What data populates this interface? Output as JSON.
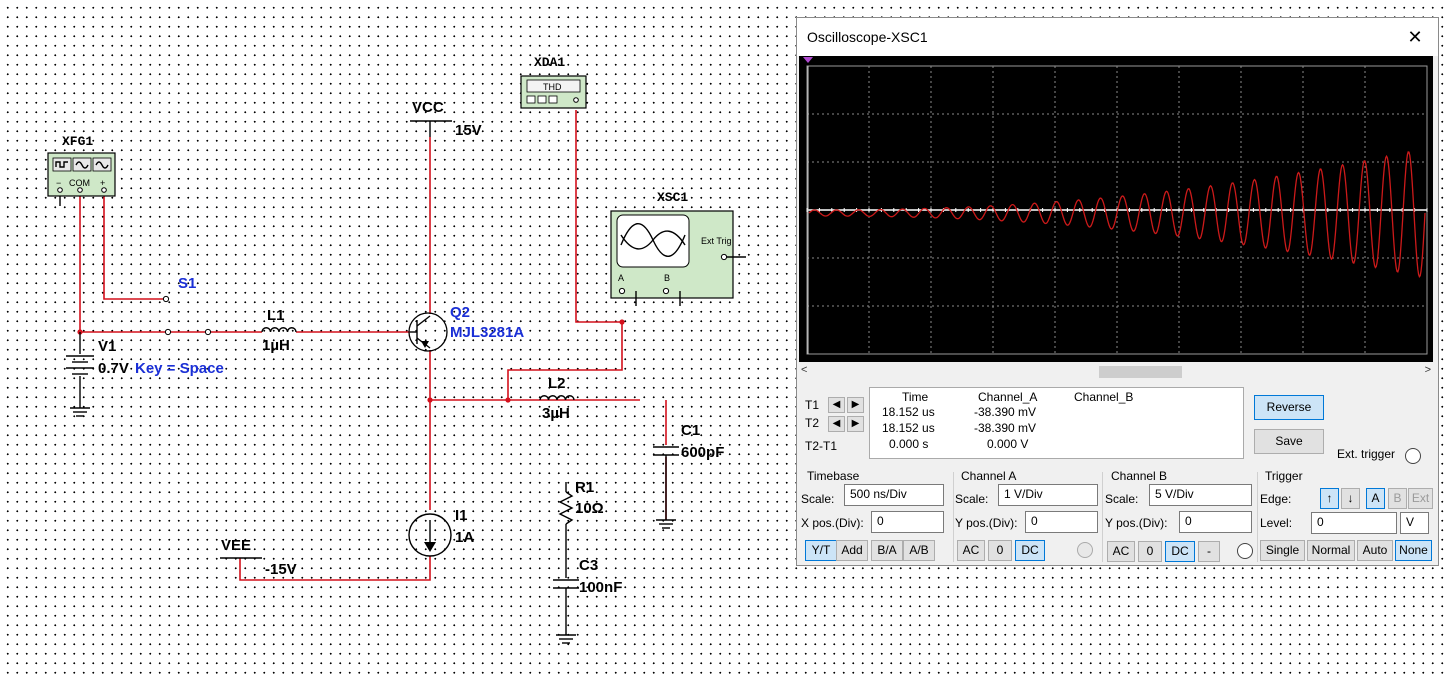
{
  "schematic": {
    "xfg1": {
      "name": "XFG1",
      "com": "COM",
      "minus": "−",
      "plus": "+"
    },
    "v1": {
      "name": "V1",
      "value": "0.7V",
      "key": "Key = Space"
    },
    "s1": {
      "name": "S1"
    },
    "l1": {
      "name": "L1",
      "value": "1µH"
    },
    "vcc": {
      "name": "VCC",
      "value": "15V"
    },
    "q2": {
      "name": "Q2",
      "model": "MJL3281A"
    },
    "xda1": {
      "name": "XDA1",
      "display": "THD"
    },
    "xsc1": {
      "name": "XSC1",
      "ext_trig": "Ext Trig",
      "ch_a": "A",
      "ch_b": "B"
    },
    "l2": {
      "name": "L2",
      "value": "3µH"
    },
    "c1": {
      "name": "C1",
      "value": "600pF"
    },
    "r1": {
      "name": "R1",
      "value": "10Ω"
    },
    "c3": {
      "name": "C3",
      "value": "100nF"
    },
    "i1": {
      "name": "I1",
      "value": "1A"
    },
    "vee": {
      "name": "VEE",
      "value": "-15V"
    }
  },
  "oscilloscope": {
    "title": "Oscilloscope-XSC1",
    "close_glyph": "✕",
    "wave_color": "#cc1a1a",
    "trace_a_points": 28,
    "readout": {
      "headers": [
        "Time",
        "Channel_A",
        "Channel_B"
      ],
      "rows": [
        {
          "label": "T1",
          "time": "18.152 us",
          "cha": "-38.390 mV",
          "chb": ""
        },
        {
          "label": "T2",
          "time": "18.152 us",
          "cha": "-38.390 mV",
          "chb": ""
        },
        {
          "label": "T2-T1",
          "time": "0.000 s",
          "cha": "0.000 V",
          "chb": ""
        }
      ]
    },
    "buttons": {
      "reverse": "Reverse",
      "save": "Save",
      "ext_trigger": "Ext. trigger"
    },
    "timebase": {
      "title": "Timebase",
      "scale_label": "Scale:",
      "scale": "500 ns/Div",
      "xpos_label": "X pos.(Div):",
      "xpos": "0",
      "modes": [
        "Y/T",
        "Add",
        "B/A",
        "A/B"
      ]
    },
    "channel_a": {
      "title": "Channel A",
      "scale_label": "Scale:",
      "scale": "1  V/Div",
      "ypos_label": "Y pos.(Div):",
      "ypos": "0",
      "coupling": [
        "AC",
        "0",
        "DC"
      ]
    },
    "channel_b": {
      "title": "Channel B",
      "scale_label": "Scale:",
      "scale": "5  V/Div",
      "ypos_label": "Y pos.(Div):",
      "ypos": "0",
      "coupling": [
        "AC",
        "0",
        "DC",
        "-"
      ]
    },
    "trigger": {
      "title": "Trigger",
      "edge_label": "Edge:",
      "rise_icon": "↑",
      "fall_icon": "↓",
      "sources": [
        "A",
        "B",
        "Ext"
      ],
      "level_label": "Level:",
      "level": "0",
      "level_unit": "V",
      "modes": [
        "Single",
        "Normal",
        "Auto",
        "None"
      ]
    }
  }
}
